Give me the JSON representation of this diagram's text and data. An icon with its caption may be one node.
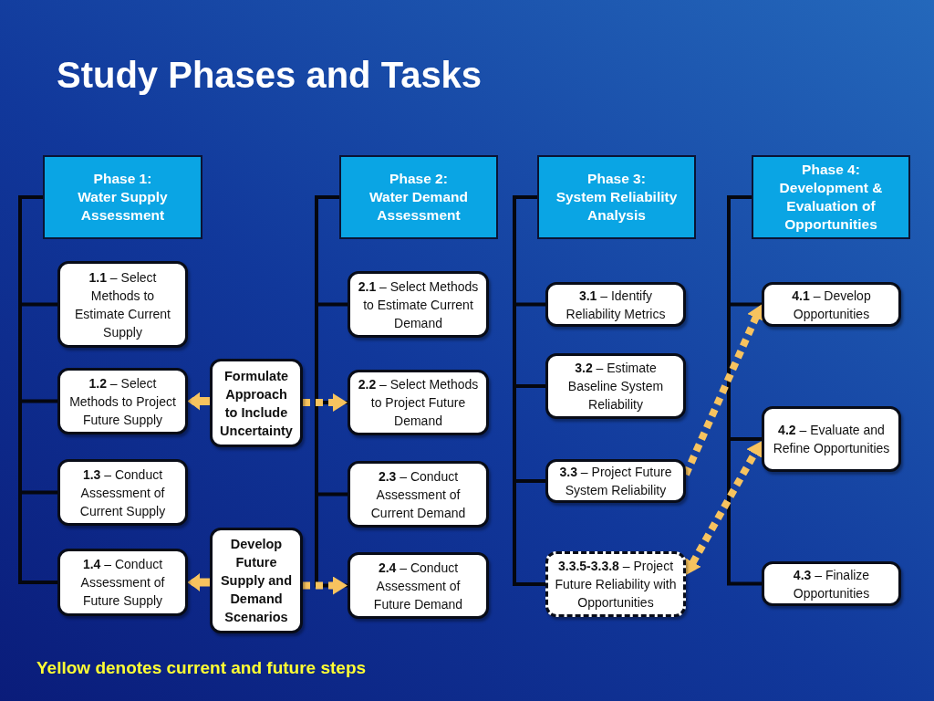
{
  "diagram": {
    "title": "Study Phases and Tasks",
    "nodes": [
      {
        "text": [
          "Phase 1:",
          "Water Supply Assessment"
        ]
      },
      {
        "text": [
          "**1.1** – Select Methods to Estimate Current Supply"
        ]
      },
      {
        "text": [
          "**1.2** – Select Methods to Project Future Supply"
        ]
      },
      {
        "text": [
          "**1.3** – Conduct Assessment of Current Supply"
        ]
      },
      {
        "text": [
          "**1.4** – Conduct Assessment of Future Supply"
        ]
      },
      {
        "text": [
          "Formulate Approach to Include Uncertainty"
        ]
      },
      {
        "text": [
          "Develop Future Supply and Demand Scenarios"
        ]
      },
      {
        "text": [
          "Phase 2:",
          "Water Demand Assessment"
        ]
      },
      {
        "text": [
          "**2.1** – Select Methods to Estimate Current Demand"
        ]
      },
      {
        "text": [
          "**2.2** – Select Methods to Project Future Demand"
        ]
      },
      {
        "text": [
          "**2.3** – Conduct Assessment of Current Demand"
        ]
      },
      {
        "text": [
          "**2.4** – Conduct Assessment of Future Demand"
        ]
      },
      {
        "text": [
          "Phase 3:",
          "System Reliability Analysis"
        ]
      },
      {
        "text": [
          "**3.1** – Identify Reliability Metrics"
        ]
      },
      {
        "text": [
          "**3.2** – Estimate Baseline System Reliability"
        ]
      },
      {
        "text": [
          "**3.3** – Project Future System Reliability"
        ]
      },
      {
        "text": [
          "**3.3.5-3.3.8** – Project Future Reliability with Opportunities"
        ]
      },
      {
        "text": [
          "Phase 4:",
          "Development & Evaluation of Opportunities"
        ]
      },
      {
        "text": [
          "**4.1** – Develop Opportunities"
        ]
      },
      {
        "text": [
          "**4.2** – Evaluate and Refine Opportunities"
        ]
      },
      {
        "text": [
          "**4.3** – Finalize Opportunities"
        ]
      }
    ],
    "edges": [
      {
        "from": 0,
        "to": 1,
        "arrow": "none"
      },
      {
        "from": 0,
        "to": 2,
        "arrow": "none"
      },
      {
        "from": 0,
        "to": 3,
        "arrow": "none"
      },
      {
        "from": 0,
        "to": 4,
        "arrow": "none"
      },
      {
        "from": 5,
        "to": 2,
        "arrow": "to",
        "style": "thick",
        "color": "#f7c35f"
      },
      {
        "from": 5,
        "to": 9,
        "arrow": "to",
        "style": "dashed",
        "color": "#f7c35f"
      },
      {
        "from": 6,
        "to": 4,
        "arrow": "to",
        "style": "thick",
        "color": "#f7c35f"
      },
      {
        "from": 6,
        "to": 11,
        "arrow": "to",
        "style": "dashed",
        "color": "#f7c35f"
      },
      {
        "from": 7,
        "to": 8,
        "arrow": "none"
      },
      {
        "from": 7,
        "to": 9,
        "arrow": "none"
      },
      {
        "from": 7,
        "to": 10,
        "arrow": "none"
      },
      {
        "from": 7,
        "to": 11,
        "arrow": "none"
      },
      {
        "from": 12,
        "to": 13,
        "arrow": "none"
      },
      {
        "from": 12,
        "to": 14,
        "arrow": "none"
      },
      {
        "from": 12,
        "to": 15,
        "arrow": "none"
      },
      {
        "from": 12,
        "to": 16,
        "arrow": "none"
      },
      {
        "from": 15,
        "to": 18,
        "arrow": "to",
        "style": "dashed",
        "color": "#f7c35f"
      },
      {
        "from": 16,
        "to": 19,
        "arrow": "both",
        "style": "dashed",
        "color": "#f7c35f"
      },
      {
        "from": 17,
        "to": 18,
        "arrow": "none"
      },
      {
        "from": 17,
        "to": 19,
        "arrow": "none"
      },
      {
        "from": 17,
        "to": 20,
        "arrow": "none"
      }
    ],
    "labels": [
      "Yellow denotes current and future steps"
    ]
  }
}
